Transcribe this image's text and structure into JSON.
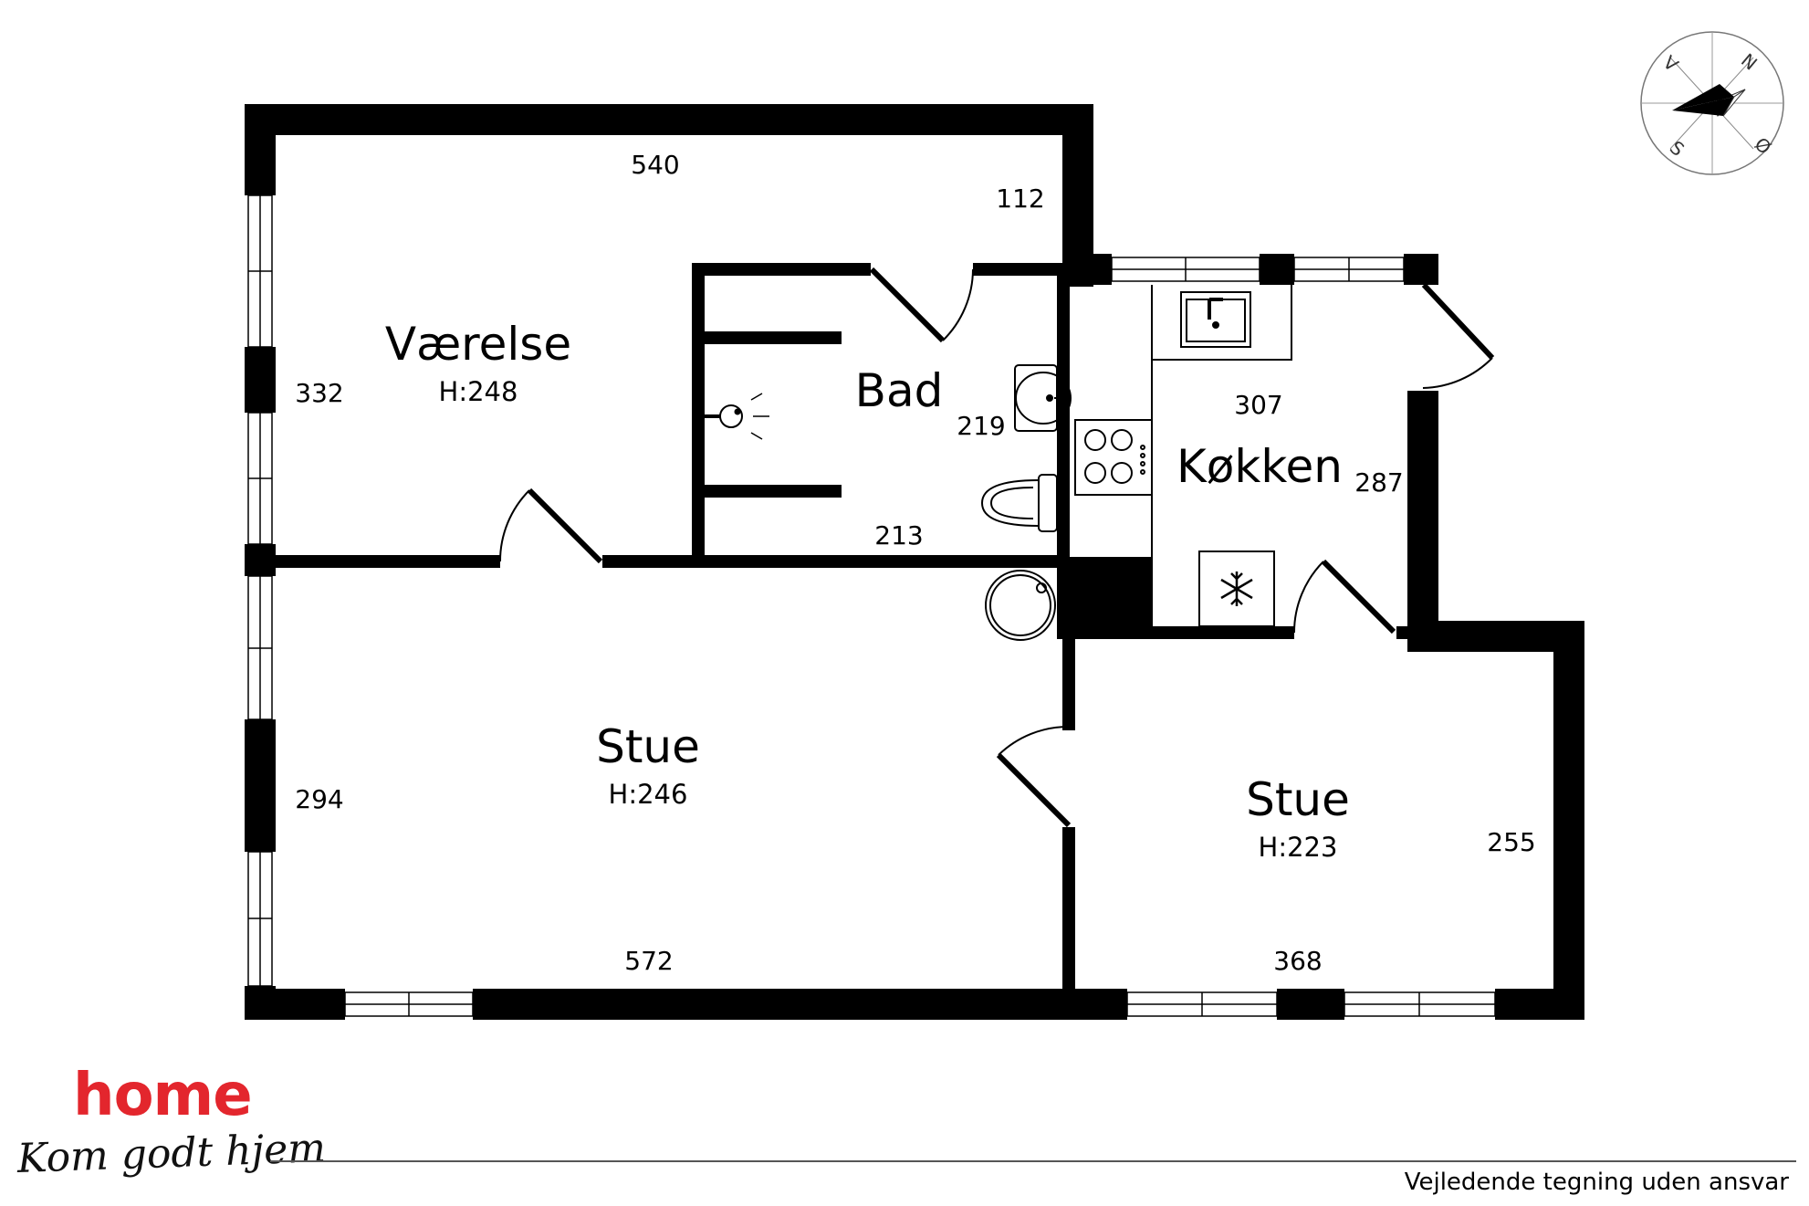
{
  "rooms": {
    "vaerelse": {
      "name": "Værelse",
      "height": "H:248",
      "dim_top": "540",
      "dim_left": "332",
      "dim_side": "112"
    },
    "bad": {
      "name": "Bad",
      "dim_right": "219",
      "dim_bottom": "213"
    },
    "kokken": {
      "name": "Køkken",
      "dim_top": "307",
      "dim_right": "287"
    },
    "stue_main": {
      "name": "Stue",
      "height": "H:246",
      "dim_left": "294",
      "dim_bottom": "572"
    },
    "stue_small": {
      "name": "Stue",
      "height": "H:223",
      "dim_right": "255",
      "dim_bottom": "368"
    }
  },
  "compass": {
    "n": "N",
    "s": "S",
    "e": "Ø",
    "w": "V"
  },
  "brand": {
    "name": "home",
    "tagline": "Kom godt hjem"
  },
  "footer": {
    "disclaimer": "Vejledende tegning uden ansvar"
  }
}
